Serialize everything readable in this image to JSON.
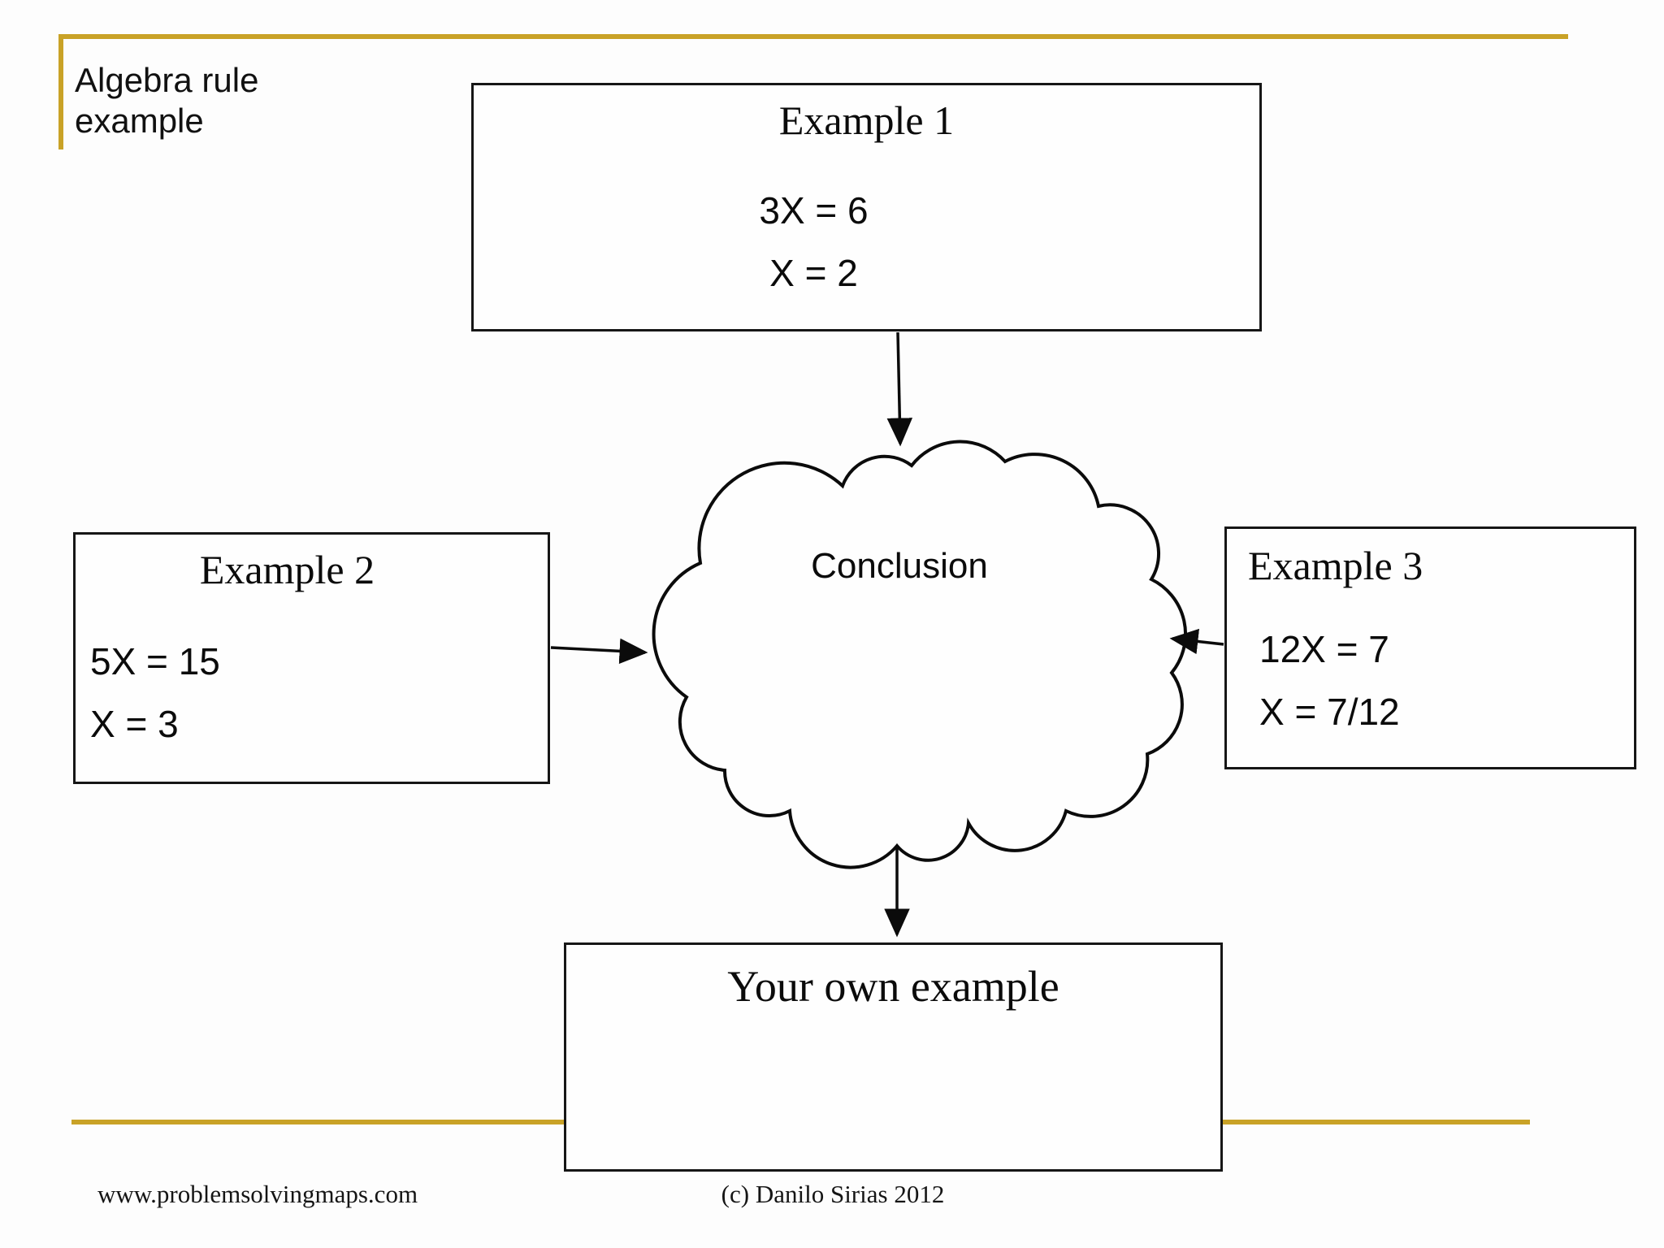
{
  "slide": {
    "title": "Algebra rule example",
    "colors": {
      "accent_gold": "#C9A227",
      "ink": "#0b0b0b",
      "background": "#fdfdfd"
    },
    "nodes": {
      "example1": {
        "title": "Example 1",
        "lines": [
          "3X = 6",
          "X = 2"
        ]
      },
      "example2": {
        "title": "Example 2",
        "lines": [
          "5X = 15",
          "X = 3"
        ]
      },
      "example3": {
        "title": "Example 3",
        "lines": [
          "12X = 7",
          "X = 7/12"
        ]
      },
      "conclusion": {
        "label": "Conclusion"
      },
      "your_own": {
        "title": "Your own example"
      }
    },
    "footer": {
      "left": "www.problemsolvingmaps.com",
      "center": "(c) Danilo Sirias 2012"
    }
  }
}
